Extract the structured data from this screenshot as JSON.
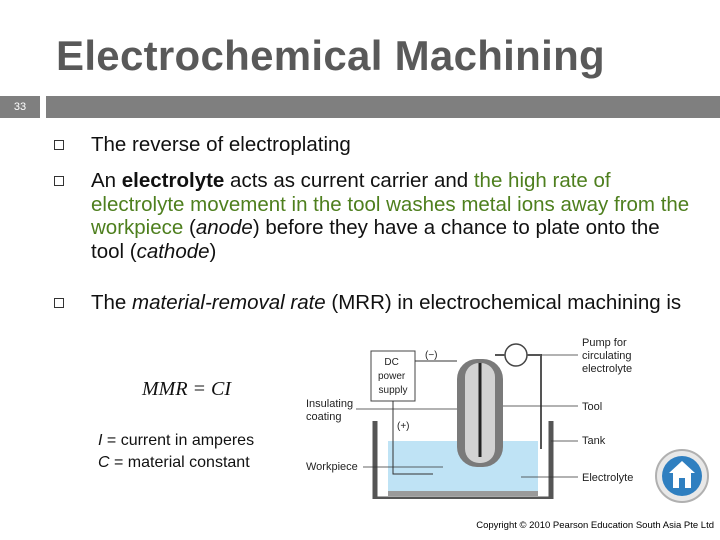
{
  "slide": {
    "title": "Electrochemical Machining",
    "number": "33"
  },
  "bullets": {
    "b1": "The reverse of electroplating",
    "b2": {
      "pre": "An ",
      "bold": "electrolyte",
      "mid": " acts as current carrier and ",
      "green": "the high rate of electrolyte movement in the tool washes metal ions away from the workpiece",
      "paren1_open": " (",
      "anode": "anode",
      "paren1_close": ") before they have a chance to plate onto the tool (",
      "cathode": "cathode",
      "end": ")"
    },
    "b3": {
      "pre": "The ",
      "italic": "material-removal rate",
      "post": " (MRR) in electrochemical machining is"
    }
  },
  "formula": "MMR = CI",
  "definitions": [
    {
      "symbol": "I",
      "text": " = current in amperes"
    },
    {
      "symbol": "C",
      "text": " = material constant"
    }
  ],
  "figure": {
    "labels": {
      "dc_power": [
        "DC",
        "power",
        "supply"
      ],
      "minus": "(−)",
      "plus": "(+)",
      "pump": [
        "Pump for",
        "circulating",
        "electrolyte"
      ],
      "insulating": [
        "Insulating",
        "coating"
      ],
      "tool": "Tool",
      "tank": "Tank",
      "workpiece": "Workpiece",
      "electrolyte": "Electrolyte"
    }
  },
  "footer": "Copyright © 2010 Pearson Education South Asia Pte Ltd",
  "colors": {
    "title": "#595959",
    "bar": "#7f7f7f",
    "accent_green": "#4e7f1e",
    "electrolyte_fill": "#bfe3f5"
  },
  "icons": {
    "bullet": "hollow-square",
    "nav": "home-icon"
  }
}
